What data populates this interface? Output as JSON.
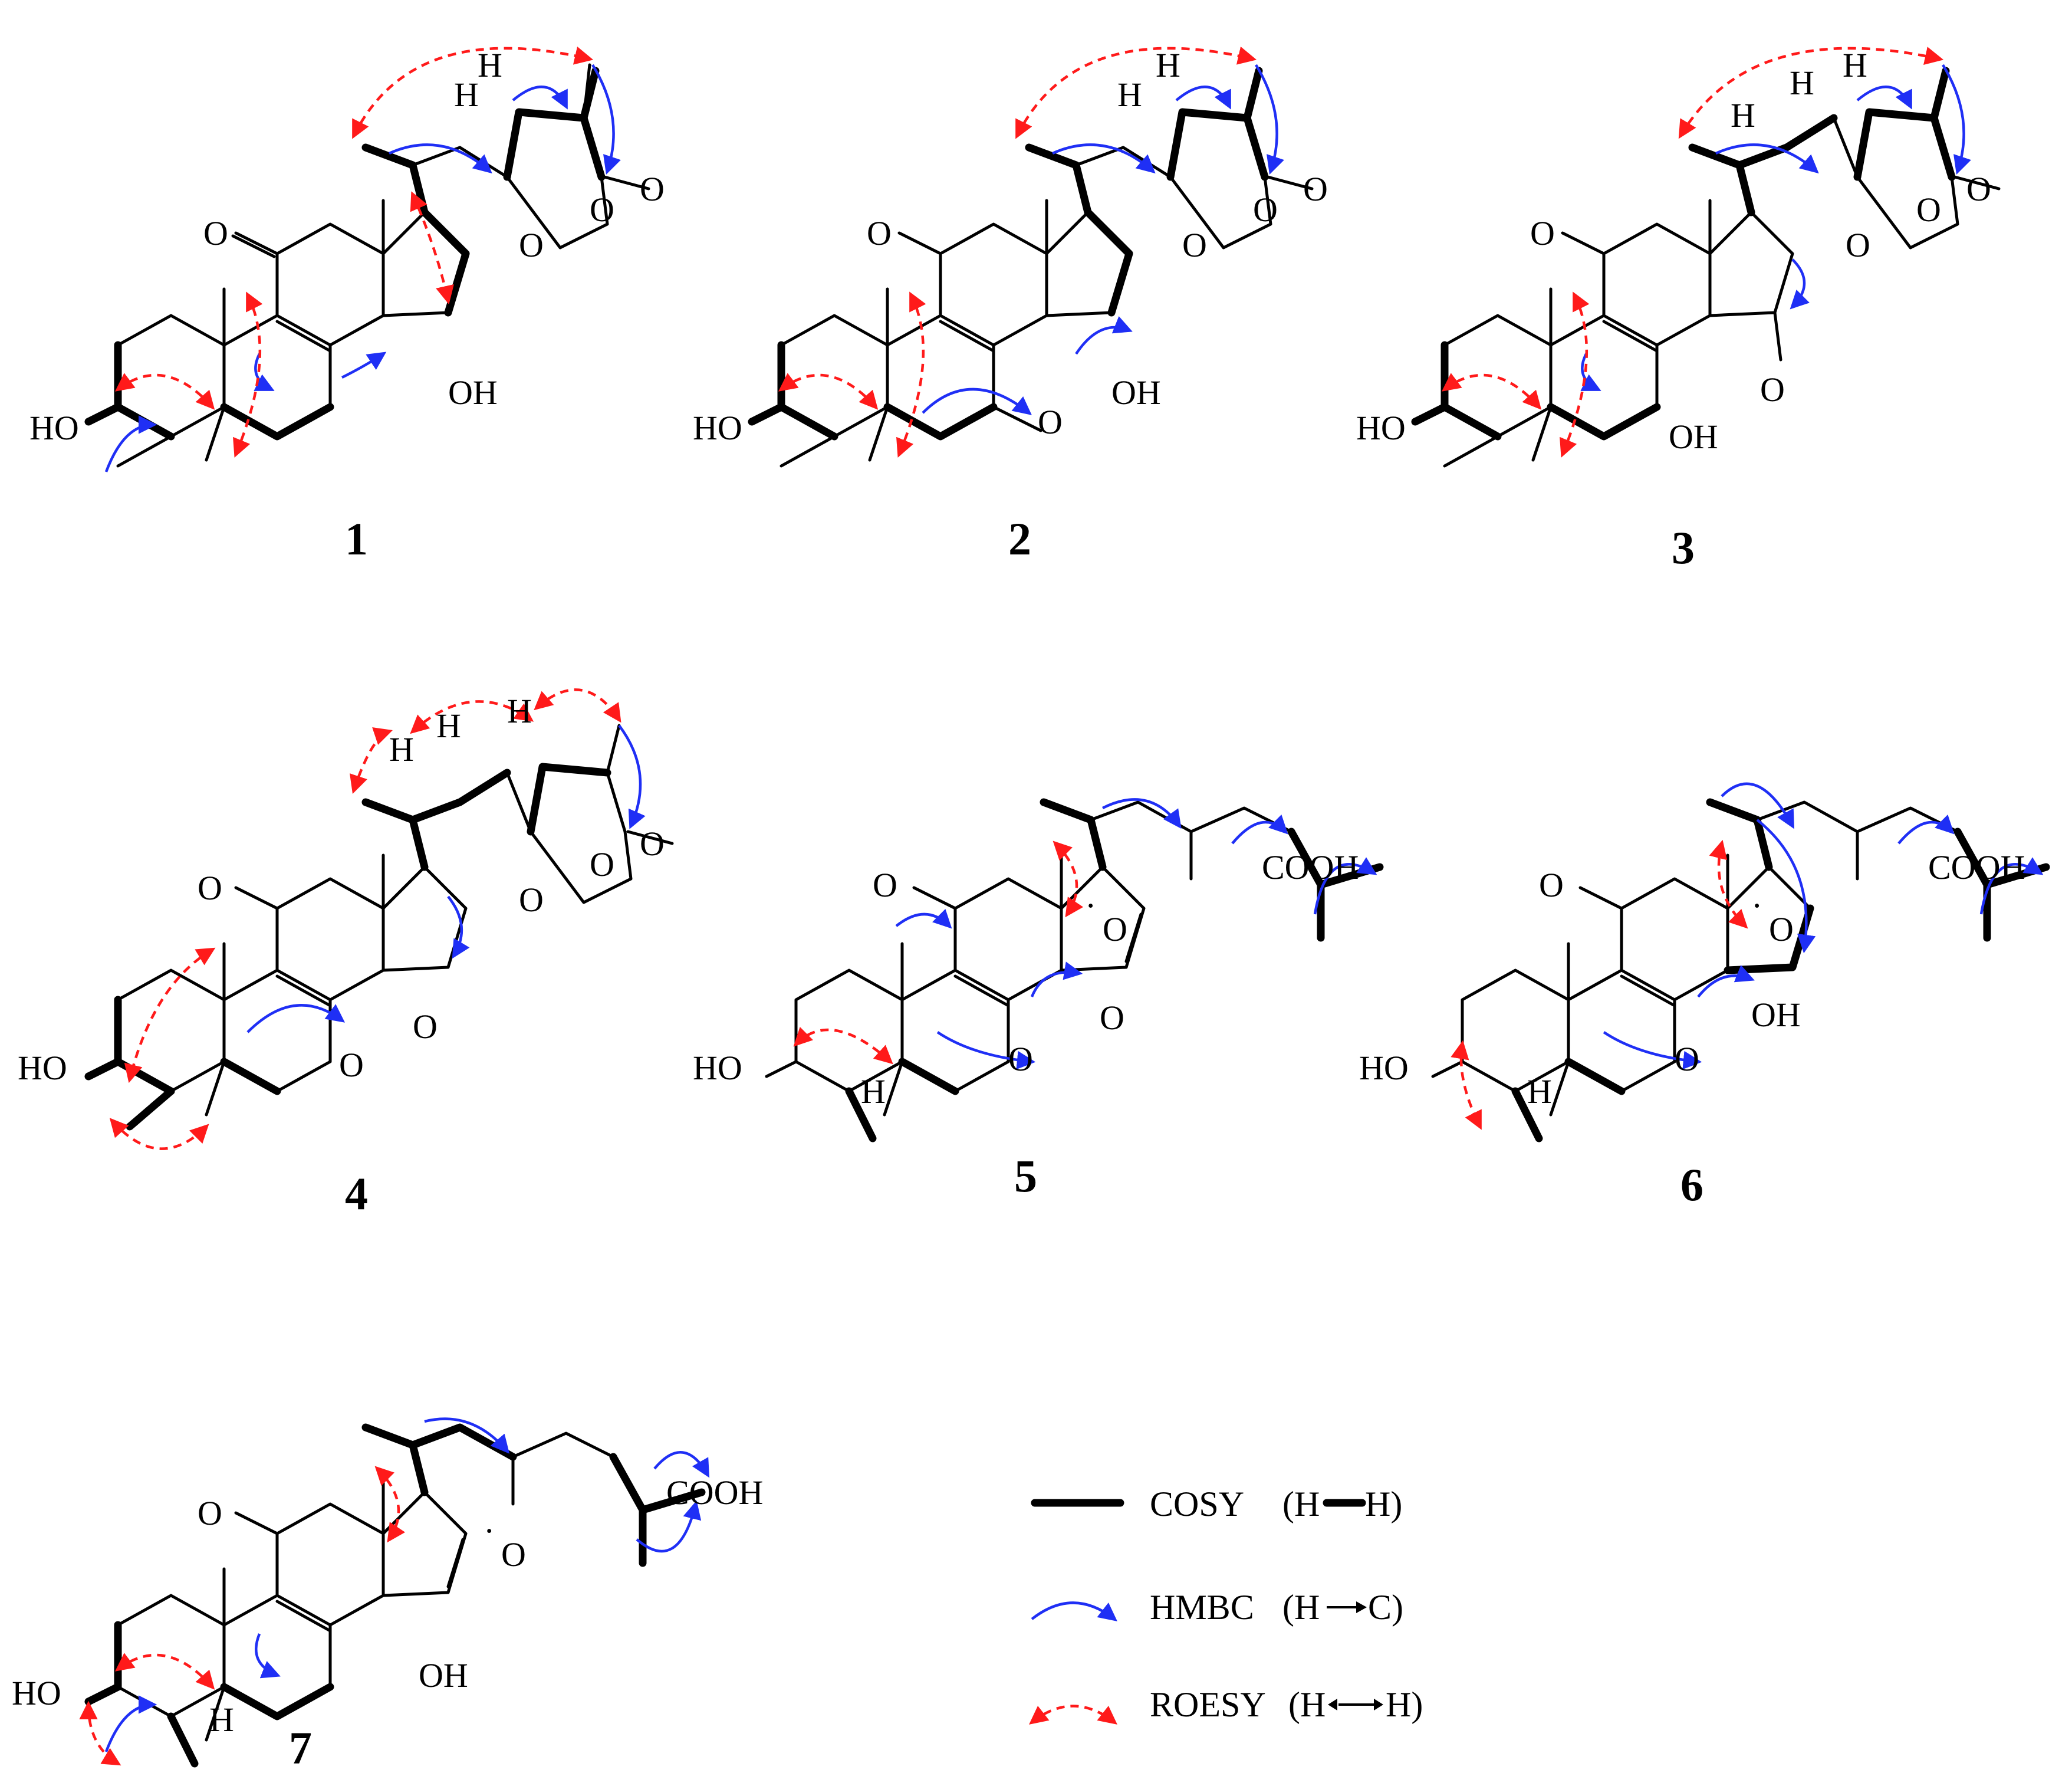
{
  "compounds": [
    "1",
    "2",
    "3",
    "4",
    "5",
    "6",
    "7"
  ],
  "atom_labels": {
    "O": "O",
    "OH": "OH",
    "HO": "HO",
    "H": "H",
    "COOH": "COOH",
    "dot": "·"
  },
  "legend": {
    "cosy": {
      "name": "COSY",
      "pair": "(H",
      "pair_end": "H)"
    },
    "hmbc": {
      "name": "HMBC",
      "pair": "(H",
      "pair_end": "C)"
    },
    "roesy": {
      "name": "ROESY",
      "pair": "(H",
      "pair_end": "H)"
    }
  },
  "colors": {
    "hmbc": "#1f2ff5",
    "roesy": "#ff1a1a",
    "bond": "#000000"
  }
}
